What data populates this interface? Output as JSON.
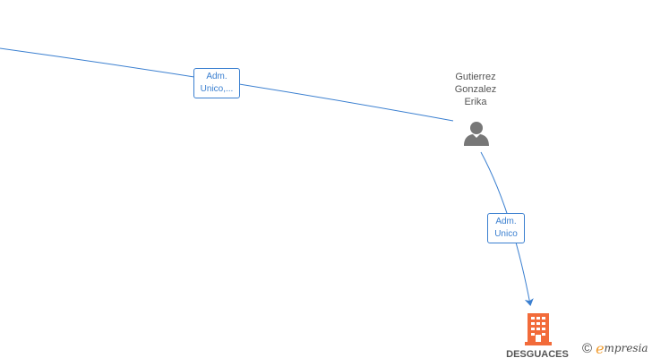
{
  "graph": {
    "edges": [
      {
        "label_line1": "Adm.",
        "label_line2": "Unico,..."
      },
      {
        "label_line1": "Adm.",
        "label_line2": "Unico"
      }
    ],
    "person": {
      "name_line1": "Gutierrez",
      "name_line2": "Gonzalez",
      "name_line3": "Erika",
      "icon": "person-icon"
    },
    "company": {
      "name": "DESGUACES",
      "icon": "building-icon"
    }
  },
  "brand": {
    "copyright_symbol": "©",
    "logo_initial": "e",
    "logo_rest": "mpresia"
  },
  "colors": {
    "edge": "#3a7fd0",
    "person_icon": "#777777",
    "company_icon": "#f26b3a",
    "brand_accent": "#f09a2b"
  }
}
